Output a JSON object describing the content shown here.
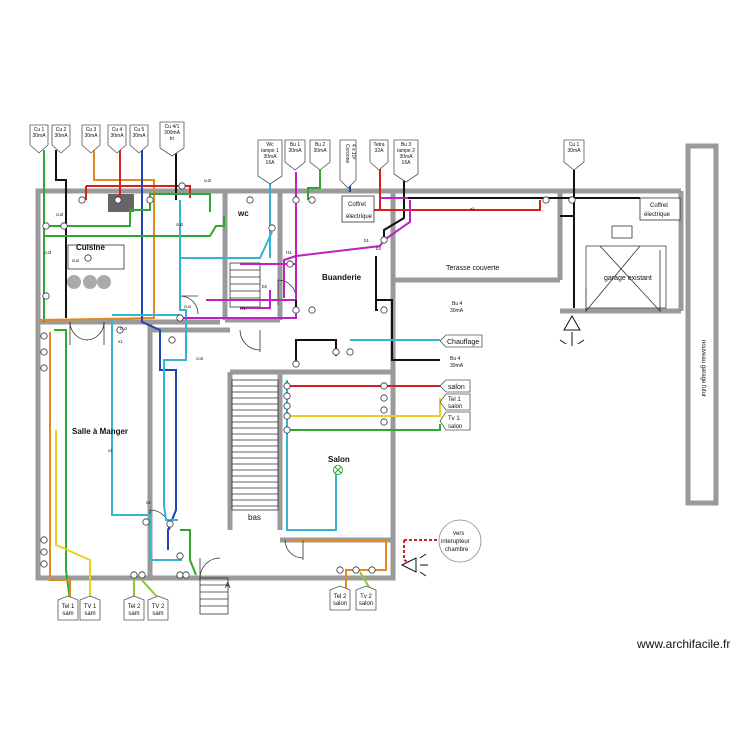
{
  "rooms": {
    "cuisine": "Cuisine",
    "wc": "wc",
    "buanderie": "Buanderie",
    "terasse": "Terasse couverte",
    "garage": "garage existant",
    "salle_manger": "Salle à Manger",
    "salon": "Salon",
    "bas": "bas",
    "nouveau_garage": "nouveau garage futur"
  },
  "top_tags": [
    {
      "lines": [
        "Cu 1",
        "30mA"
      ]
    },
    {
      "lines": [
        "Cu 2",
        "30mA"
      ]
    },
    {
      "lines": [
        "Cu 3",
        "30mA"
      ]
    },
    {
      "lines": [
        "Cu 4",
        "30mA"
      ]
    },
    {
      "lines": [
        "Cu 5",
        "30mA"
      ]
    },
    {
      "lines": [
        "Cu 4/1",
        "300mA",
        "tri"
      ]
    },
    {
      "lines": [
        "Wc",
        "lampe 1",
        "30mA",
        "16A"
      ]
    },
    {
      "lines": [
        "Bu 1",
        "30mA"
      ]
    },
    {
      "lines": [
        "Bu 2",
        "30mA"
      ]
    },
    {
      "lines": [
        "Coronne",
        "4 x 10²"
      ]
    },
    {
      "lines": [
        "Tetra",
        "32A"
      ]
    },
    {
      "lines": [
        "Bu 3",
        "lampe 2",
        "30mA",
        "16A"
      ]
    },
    {
      "lines": [
        "Cu 1",
        "30mA"
      ]
    }
  ],
  "right_tags": {
    "chauffage": "Chauffage",
    "salon1": "salon",
    "tel1": [
      "Tel 1",
      "salon"
    ],
    "tv1": [
      "Tv 1",
      "salon"
    ]
  },
  "bottom_tags": [
    {
      "lines": [
        "Tel 1",
        "sam"
      ]
    },
    {
      "lines": [
        "TV 1",
        "sam"
      ]
    },
    {
      "lines": [
        "Tel 2",
        "sam"
      ]
    },
    {
      "lines": [
        "TV 2",
        "sam"
      ]
    },
    {
      "lines": [
        "Tel 2",
        "salon"
      ]
    },
    {
      "lines": [
        "Tv 2",
        "salon"
      ]
    }
  ],
  "notes": {
    "bu4_top": [
      "Bu 4",
      "30mA"
    ],
    "bu4_mid": [
      "Bu 4",
      "30mA"
    ],
    "coffret1": [
      "Coffret",
      "électrique"
    ],
    "coffret2": [
      "Coffret",
      "électrique"
    ],
    "vers": [
      "vers",
      "interupteur",
      "chambre"
    ],
    "a3": "a3"
  },
  "small_labels": {
    "cu1": "cu1",
    "cu2": "cu2",
    "cu3": "cu3",
    "cu4": "cu4",
    "b1": "b1",
    "b2": "b2",
    "b3": "b3",
    "h1": "H1",
    "s1": "s1",
    "x1": "x1",
    "co2": "co2"
  },
  "credit": "www.archifacile.fr",
  "colors": {
    "green": "#2fa832",
    "red": "#d42020",
    "blue": "#2044b0",
    "cyan": "#33b5d0",
    "magenta": "#c020c0",
    "orange": "#e08a20",
    "yellow": "#e8d020",
    "black": "#111111",
    "lime": "#8cc830",
    "dark_red": "#b01818"
  }
}
